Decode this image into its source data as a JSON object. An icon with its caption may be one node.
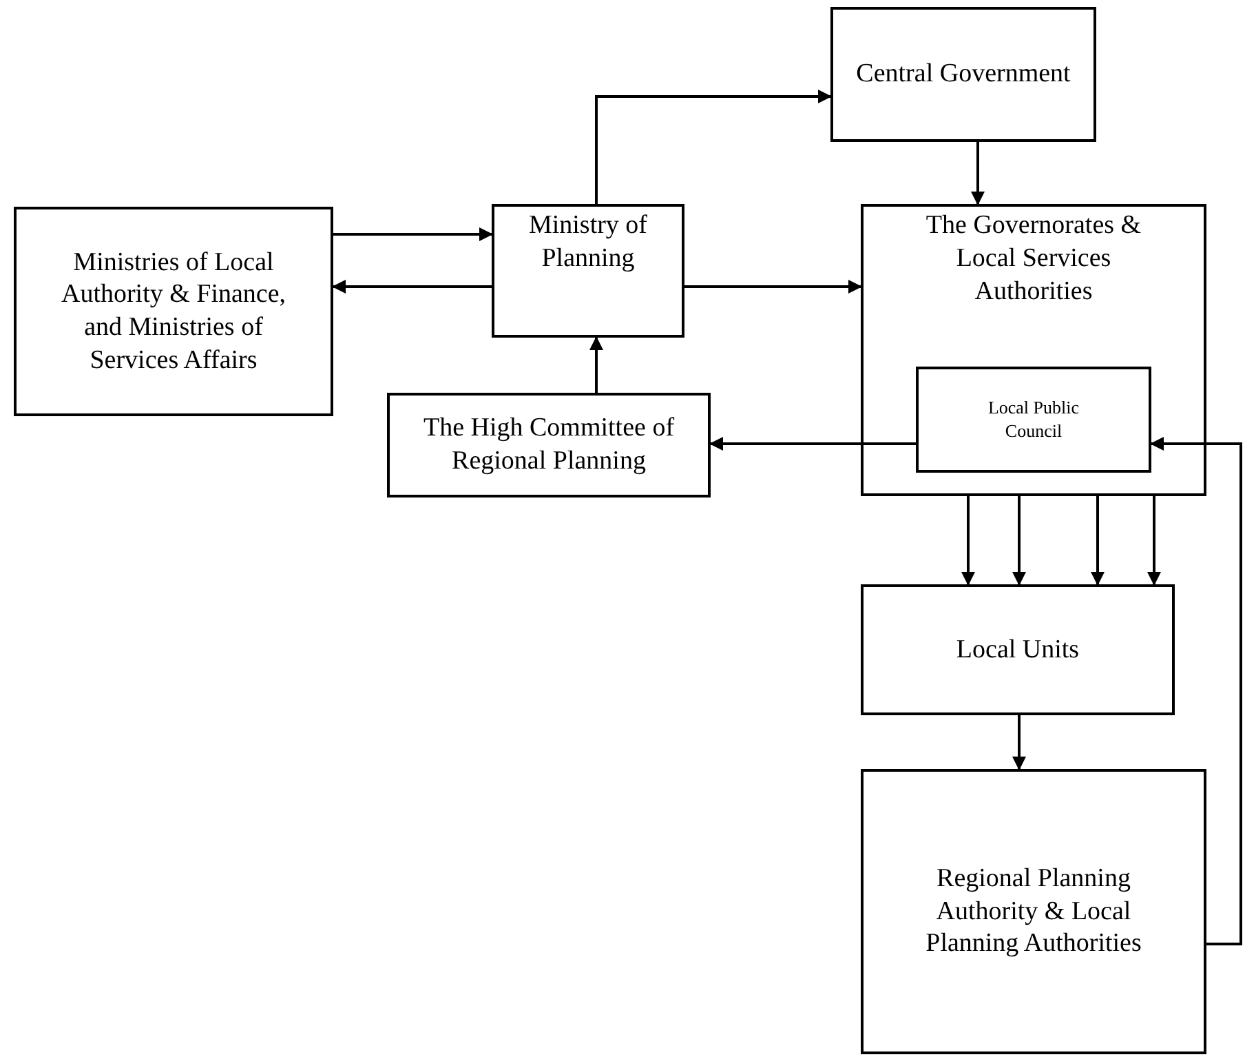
{
  "diagram": {
    "nodes": [
      {
        "text": [
          "Ministries of Local Authority & Finance, and Ministries of Services Affairs"
        ]
      },
      {
        "text": [
          "Ministry of Planning"
        ]
      },
      {
        "text": [
          "Central Government"
        ]
      },
      {
        "text": [
          "The Governorates & Local Services Authorities"
        ]
      },
      {
        "text": [
          "Local Public Council"
        ],
        "in": 3
      },
      {
        "text": [
          "The High Committee of Regional Planning"
        ]
      },
      {
        "text": [
          "Local Units"
        ]
      },
      {
        "text": [
          "Regional Planning Authority & Local Planning Authorities"
        ]
      }
    ],
    "edges": [
      {
        "from": 0,
        "to": 1,
        "arrow": "to"
      },
      {
        "from": 1,
        "to": 0,
        "arrow": "to"
      },
      {
        "from": 1,
        "to": 2,
        "arrow": "to"
      },
      {
        "from": 1,
        "to": 3,
        "arrow": "to"
      },
      {
        "from": 2,
        "to": 3,
        "arrow": "to"
      },
      {
        "from": 5,
        "to": 1,
        "arrow": "to"
      },
      {
        "from": 4,
        "to": 5,
        "arrow": "to"
      },
      {
        "from": 7,
        "to": 4,
        "arrow": "to"
      },
      {
        "from": 3,
        "to": 6,
        "arrow": "to"
      },
      {
        "from": 3,
        "to": 6,
        "arrow": "to"
      },
      {
        "from": 3,
        "to": 6,
        "arrow": "to"
      },
      {
        "from": 3,
        "to": 6,
        "arrow": "to"
      },
      {
        "from": 6,
        "to": 7,
        "arrow": "to"
      }
    ]
  }
}
